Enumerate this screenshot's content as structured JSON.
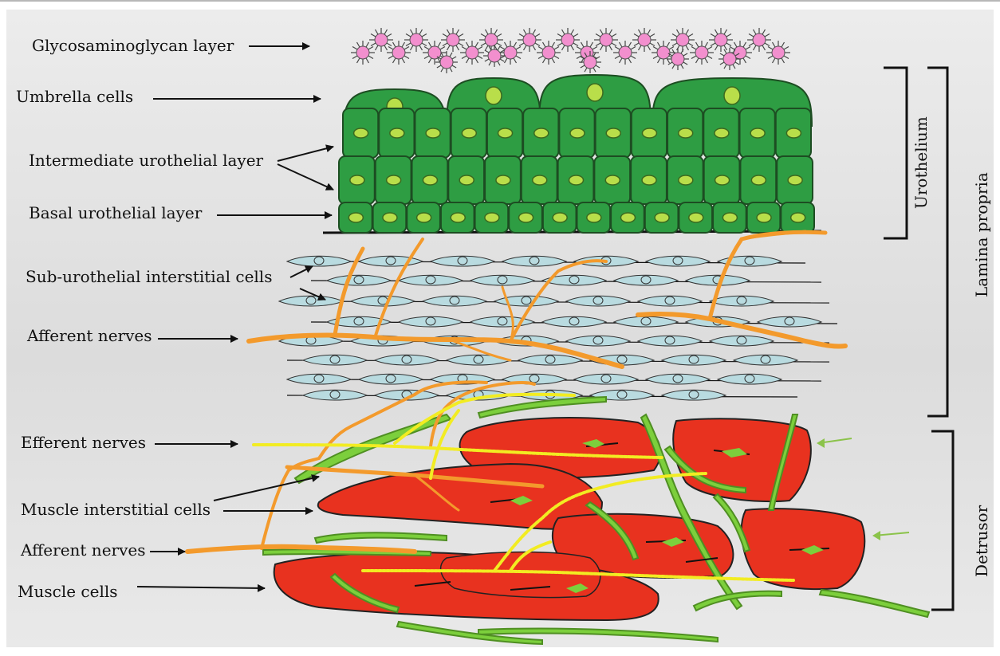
{
  "labels": {
    "gag": "Glycosaminoglycan layer",
    "umbrella": "Umbrella cells",
    "intermediate": "Intermediate urothelial layer",
    "basal": "Basal urothelial layer",
    "suburothelial": "Sub-urothelial interstitial cells",
    "afferent1": "Afferent nerves",
    "efferent": "Efferent nerves",
    "muscle_interstitial": "Muscle interstitial cells",
    "afferent2": "Afferent nerves",
    "muscle_cells": "Muscle cells"
  },
  "brackets": {
    "urothelium": "Urothelium",
    "lamina_propria": "Lamina propria",
    "detrusor": "Detrusor"
  },
  "colors": {
    "gag_cell": "#f28fce",
    "urothelial_cell": "#2e9d43",
    "nucleus": "#b9de4a",
    "interstitial_cell": "#b9dbe0",
    "afferent_nerve": "#f39a2c",
    "efferent_nerve": "#f2ec22",
    "muscle_cell": "#e8321f",
    "muscle_interstitial": "#7ccf3c"
  }
}
